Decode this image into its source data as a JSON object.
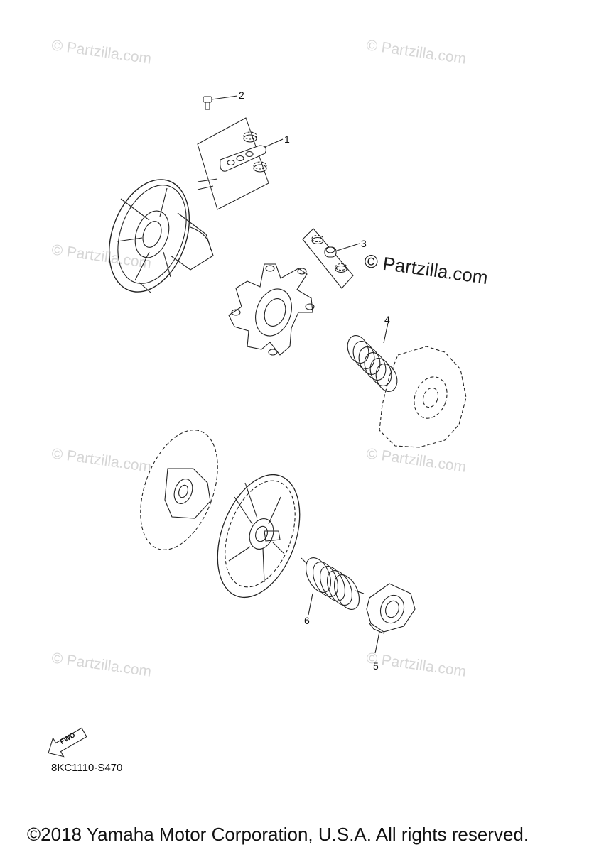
{
  "watermark": "© Partzilla.com",
  "watermark_main": "© Partzilla.com",
  "callouts": [
    "1",
    "2",
    "3",
    "4",
    "5",
    "6"
  ],
  "fwd_label": "FWD",
  "diagram_code": "8KC1110-S470",
  "copyright": "©2018 Yamaha Motor Corporation, U.S.A. All rights reserved."
}
